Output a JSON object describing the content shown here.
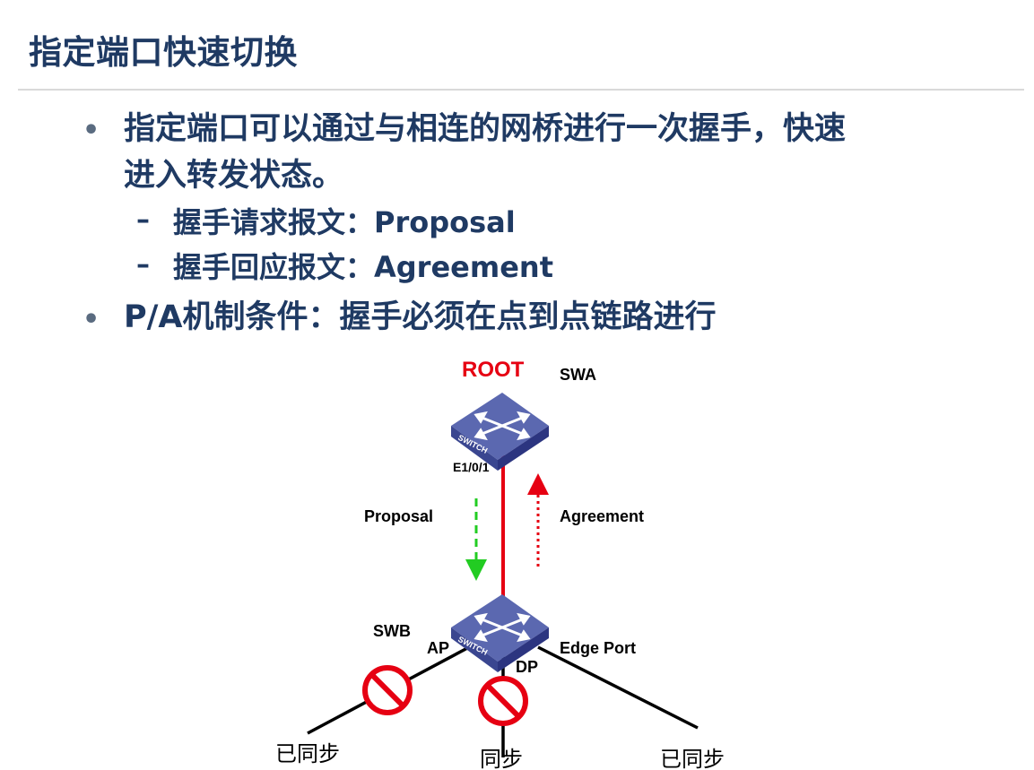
{
  "slide": {
    "title": "指定端口快速切换"
  },
  "bullets": {
    "b1_line1": "指定端口可以通过与相连的网桥进行一次握手，快速",
    "b1_line2": "进入转发状态。",
    "sub1": "握手请求报文：Proposal",
    "sub2": "握手回应报文：Agreement",
    "b2": "P/A机制条件：握手必须在点到点链路进行",
    "bullet_glyph": "•",
    "dash_glyph": "–"
  },
  "diagram": {
    "root_label": "ROOT",
    "swa_label": "SWA",
    "swa_port": "E1/0/1",
    "swb_label": "SWB",
    "proposal_label": "Proposal",
    "agreement_label": "Agreement",
    "ap_label": "AP",
    "dp_label": "DP",
    "edge_port_label": "Edge Port",
    "switch_badge": "SWITCH",
    "bottom_left_label": "已同步",
    "bottom_mid_label": "同步",
    "bottom_right_label": "已同步",
    "colors": {
      "root": "#e60012",
      "link": "#e60012",
      "proposal_arrow": "#22cc22",
      "agreement_arrow": "#e60012",
      "switch_top": "#5b68b0",
      "switch_side": "#2c3580",
      "block_sign": "#e60012",
      "text_dark": "#1f3a63"
    }
  }
}
